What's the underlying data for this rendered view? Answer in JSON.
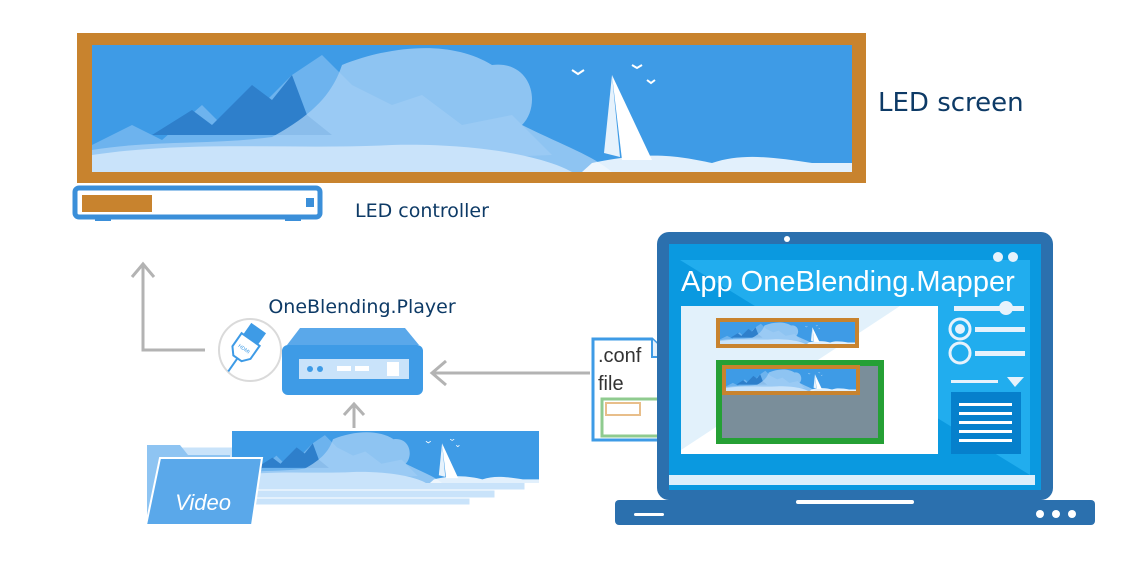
{
  "labels": {
    "led_screen": "LED screen",
    "led_controller": "LED controller",
    "player": "OneBlending.Player",
    "conf_line1": ".conf",
    "conf_line2": "file",
    "video": "Video",
    "hdmi": "HDMI",
    "app_title": "App OneBlending.Mapper"
  },
  "colors": {
    "frame_orange": "#C8832E",
    "sky_blue": "#3E9BE6",
    "dark_navy": "#0D3A66",
    "laptop_blue": "#2B70AE",
    "screen_blue": "#0A99E0",
    "green": "#25A035",
    "arrow_gray": "#B3B3B3"
  }
}
